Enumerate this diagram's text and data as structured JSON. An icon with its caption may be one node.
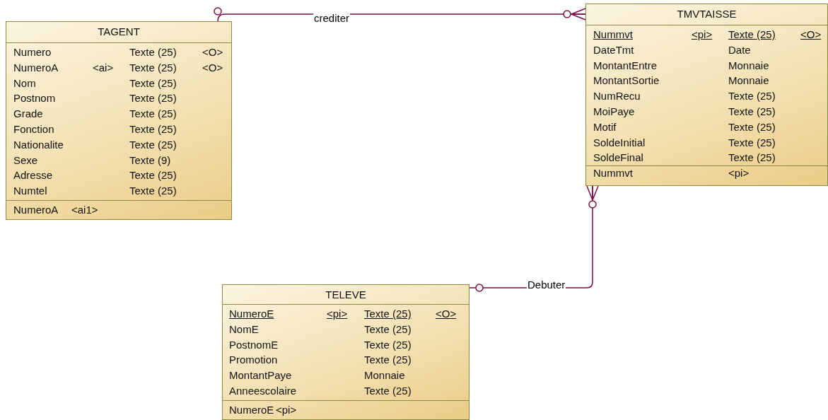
{
  "diagram": {
    "nodes": [
      {
        "text": [
          "TAGENT",
          "Numero",
          "Texte (25)",
          "<O>",
          "NumeroA",
          "<ai>",
          "Texte (25)",
          "<O>",
          "Nom",
          "Texte (25)",
          "Postnom",
          "Texte (25)",
          "Grade",
          "Texte (25)",
          "Fonction",
          "Texte (25)",
          "Nationalite",
          "Texte (25)",
          "Sexe",
          "Texte (9)",
          "Adresse",
          "Texte (25)",
          "Numtel",
          "Texte (25)",
          "NumeroA",
          "<ai1>"
        ]
      },
      {
        "text": [
          "TMVTAISSE",
          "Nummvt",
          "<pi>",
          "Texte (25)",
          "<O>",
          "DateTmt",
          "Date",
          "MontantEntre",
          "Monnaie",
          "MontantSortie",
          "Monnaie",
          "NumRecu",
          "Texte (25)",
          "MoiPaye",
          "Texte (25)",
          "Motif",
          "Texte (25)",
          "SoldeInitial",
          "Texte (25)",
          "SoldeFinal",
          "Texte (25)",
          "Nummvt",
          "<pi>"
        ]
      },
      {
        "text": [
          "TELEVE",
          "NumeroE",
          "<pi>",
          "Texte (25)",
          "<O>",
          "NomE",
          "Texte (25)",
          "PostnomE",
          "Texte (25)",
          "Promotion",
          "Texte (25)",
          "MontantPaye",
          "Monnaie",
          "Anneescolaire",
          "Texte (25)",
          "NumeroE",
          "<pi>"
        ]
      }
    ],
    "edges": [
      {
        "from": 0,
        "to": 1,
        "arrow": "other",
        "label": "crediter"
      },
      {
        "from": 2,
        "to": 1,
        "arrow": "other",
        "label": "Debuter"
      }
    ]
  }
}
